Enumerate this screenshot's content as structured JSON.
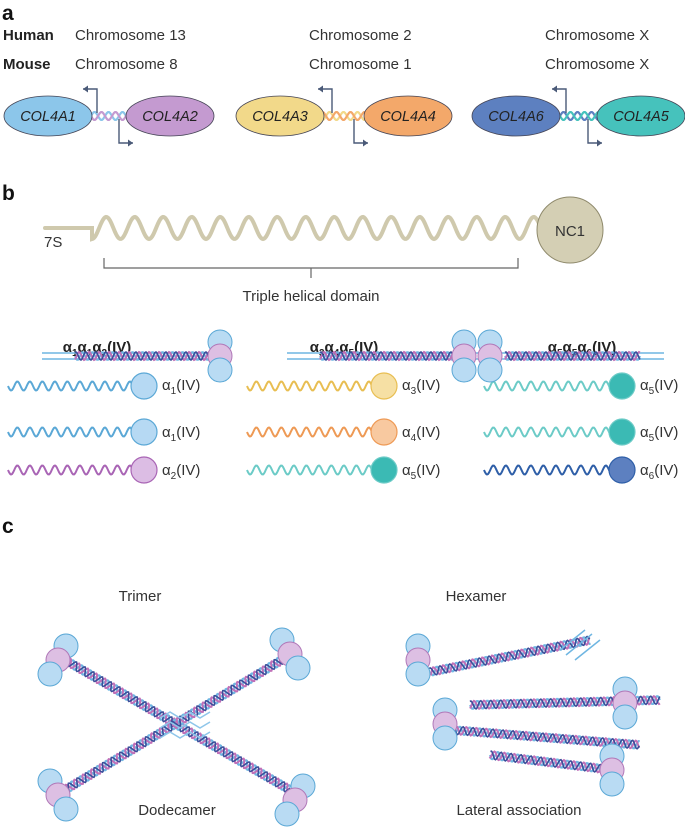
{
  "panels": {
    "a": "a",
    "b": "b",
    "c": "c"
  },
  "panel_a": {
    "species": [
      "Human",
      "Mouse"
    ],
    "loci": [
      {
        "human": "Chromosome 13",
        "mouse": "Chromosome 8",
        "gene_left": "COL4A1",
        "gene_right": "COL4A2",
        "color_left": "#8cc6ea",
        "color_right": "#c49ad0"
      },
      {
        "human": "Chromosome 2",
        "mouse": "Chromosome 1",
        "gene_left": "COL4A3",
        "gene_right": "COL4A4",
        "color_left": "#f2d98a",
        "color_right": "#f3a86a"
      },
      {
        "human": "Chromosome X",
        "mouse": "Chromosome X",
        "gene_left": "COL4A6",
        "gene_right": "COL4A5",
        "color_left": "#5d80c0",
        "color_right": "#46c2bc"
      }
    ]
  },
  "panel_b": {
    "label_7s": "7S",
    "label_nc1": "NC1",
    "domain_label": "Triple helical domain",
    "molecules": [
      {
        "title_main": [
          "α",
          "α",
          "α",
          "(IV)"
        ],
        "title_subs": [
          "1",
          "1",
          "2"
        ],
        "chains": [
          {
            "alpha": "α",
            "sub": "1",
            "suffix": "(IV)",
            "color": "#5ba8d6",
            "head": "#b6d9f3"
          },
          {
            "alpha": "α",
            "sub": "1",
            "suffix": "(IV)",
            "color": "#5ba8d6",
            "head": "#b6d9f3"
          },
          {
            "alpha": "α",
            "sub": "2",
            "suffix": "(IV)",
            "color": "#a965b5",
            "head": "#dcbde4"
          }
        ]
      },
      {
        "title_main": [
          "α",
          "α",
          "α",
          "(IV)"
        ],
        "title_subs": [
          "3",
          "4",
          "5"
        ],
        "chains": [
          {
            "alpha": "α",
            "sub": "3",
            "suffix": "(IV)",
            "color": "#e8be52",
            "head": "#f6e0a4"
          },
          {
            "alpha": "α",
            "sub": "4",
            "suffix": "(IV)",
            "color": "#ee9a55",
            "head": "#f8c9a0"
          },
          {
            "alpha": "α",
            "sub": "5",
            "suffix": "(IV)",
            "color": "#6ccbc7",
            "head": "#3bbab4"
          }
        ]
      },
      {
        "title_main": [
          "α",
          "α",
          "α",
          "(IV)"
        ],
        "title_subs": [
          "5",
          "5",
          "6"
        ],
        "chains": [
          {
            "alpha": "α",
            "sub": "5",
            "suffix": "(IV)",
            "color": "#6ccbc7",
            "head": "#3bbab4"
          },
          {
            "alpha": "α",
            "sub": "5",
            "suffix": "(IV)",
            "color": "#6ccbc7",
            "head": "#3bbab4"
          },
          {
            "alpha": "α",
            "sub": "6",
            "suffix": "(IV)",
            "color": "#2f5fa8",
            "head": "#5d80c0"
          }
        ]
      }
    ]
  },
  "panel_c": {
    "trimer": "Trimer",
    "hexamer": "Hexamer",
    "dodecamer": "Dodecamer",
    "lateral": "Lateral association"
  },
  "colors": {
    "helix_b": "#cfc9ad",
    "nc1": "#d4cfb4",
    "bracket": "#666666",
    "arrow": "#4a5a78",
    "globule_blue": "#b9dbf3",
    "globule_pink": "#ddbfe3",
    "strand_blue": "#6fb6e2",
    "strand_pink": "#c070b8",
    "strand_navy": "#3b4f9a"
  }
}
